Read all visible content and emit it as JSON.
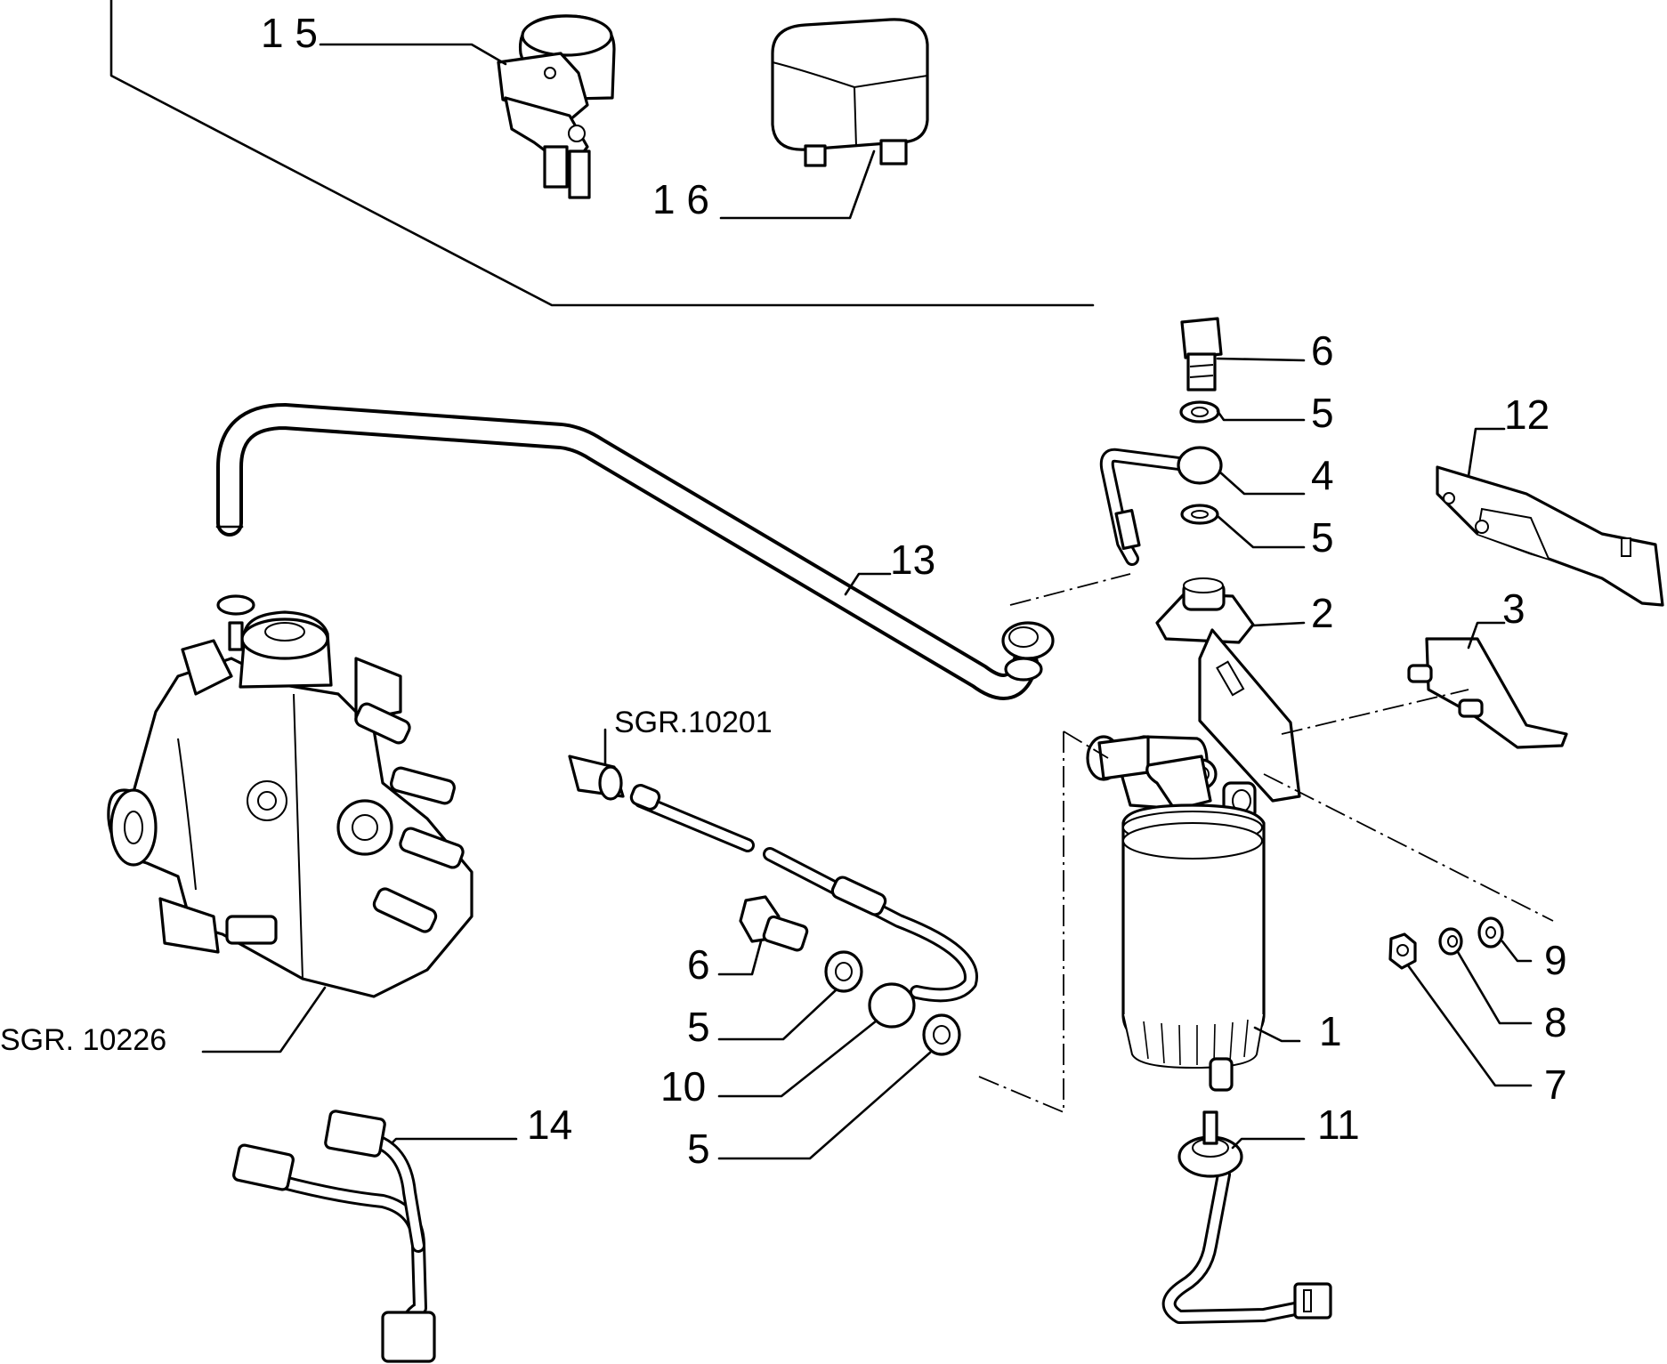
{
  "labels": {
    "p1": "1",
    "p2": "2",
    "p3": "3",
    "p4": "4",
    "p5a": "5",
    "p5b": "5",
    "p5c": "5",
    "p5d": "5",
    "p6a": "6",
    "p6b": "6",
    "p7": "7",
    "p8": "8",
    "p9": "9",
    "p10": "10",
    "p11": "11",
    "p12": "12",
    "p13": "13",
    "p14": "14",
    "p15": "1 5",
    "p16": "1 6"
  },
  "refs": {
    "sgr_10201": "SGR.10201",
    "sgr_10226": "SGR. 10226"
  }
}
